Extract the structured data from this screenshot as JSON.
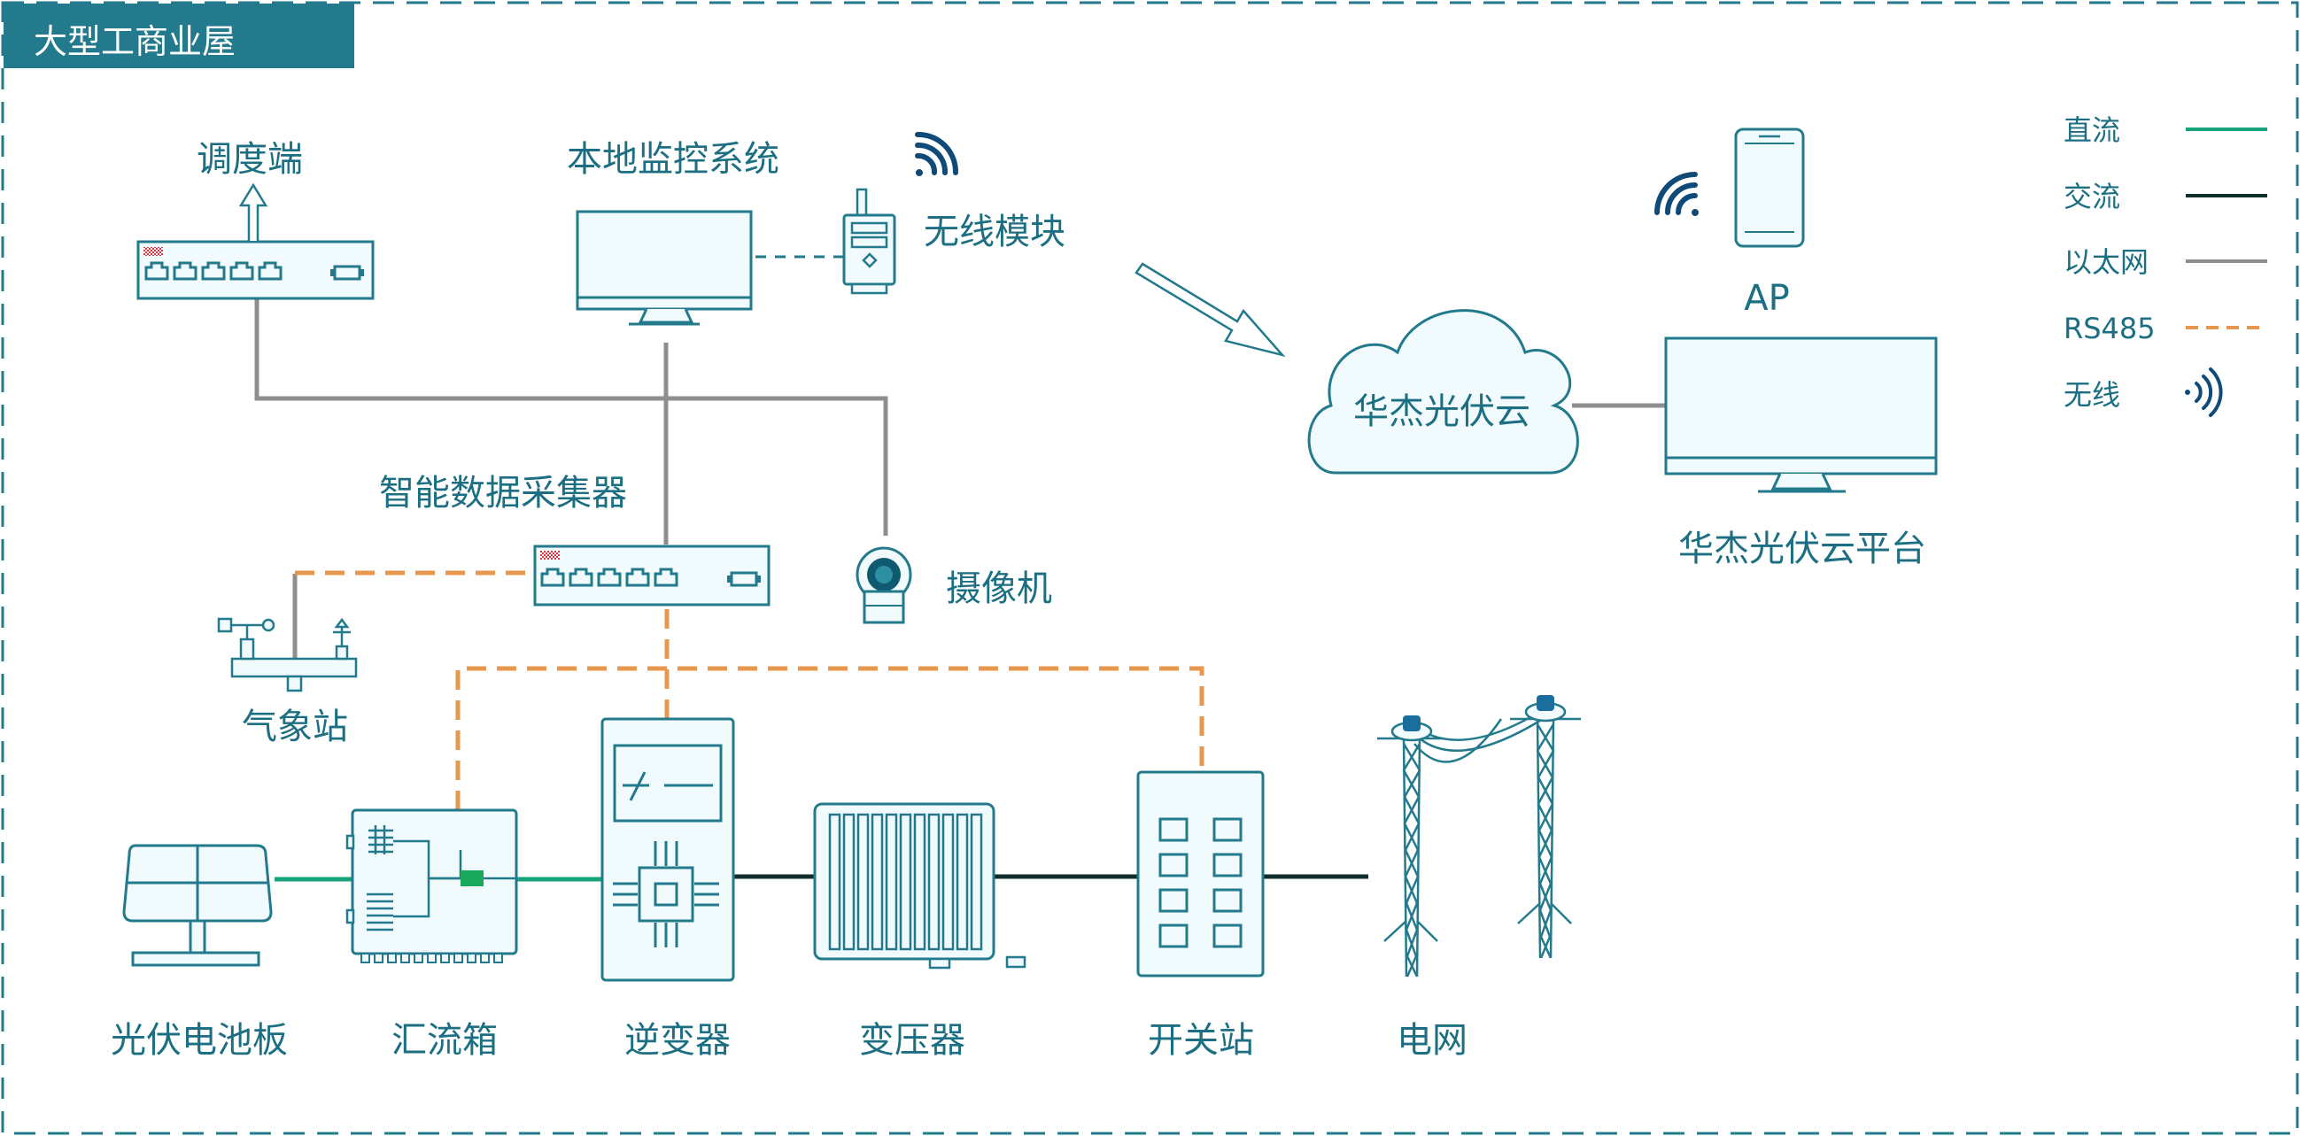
{
  "title": "大型工商业屋",
  "colors": {
    "teal": "#227a8c",
    "tealText": "#1c6f82",
    "fill": "#f1fafc",
    "dc": "#16a37a",
    "ac": "#0f2e2c",
    "ethernet": "#8e8e8e",
    "rs485": "#e8974f",
    "wirelessBlue": "#0f4a78",
    "headerBg": "#227a8c",
    "headerText": "#ffffff"
  },
  "legend": [
    {
      "label": "直流",
      "type": "dc"
    },
    {
      "label": "交流",
      "type": "ac"
    },
    {
      "label": "以太网",
      "type": "ethernet"
    },
    {
      "label": "RS485",
      "type": "rs485"
    },
    {
      "label": "无线",
      "type": "wireless"
    }
  ],
  "devices": {
    "dispatch": "调度端",
    "localMonitor": "本地监控系统",
    "wirelessModule": "无线模块",
    "ap": "AP",
    "cloud": "华杰光伏云",
    "cloudPlatform": "华杰光伏云平台",
    "collector": "智能数据采集器",
    "camera": "摄像机",
    "weather": "气象站",
    "pvPanel": "光伏电池板",
    "combiner": "汇流箱",
    "inverter": "逆变器",
    "transformer": "变压器",
    "switchStation": "开关站",
    "grid": "电网"
  }
}
